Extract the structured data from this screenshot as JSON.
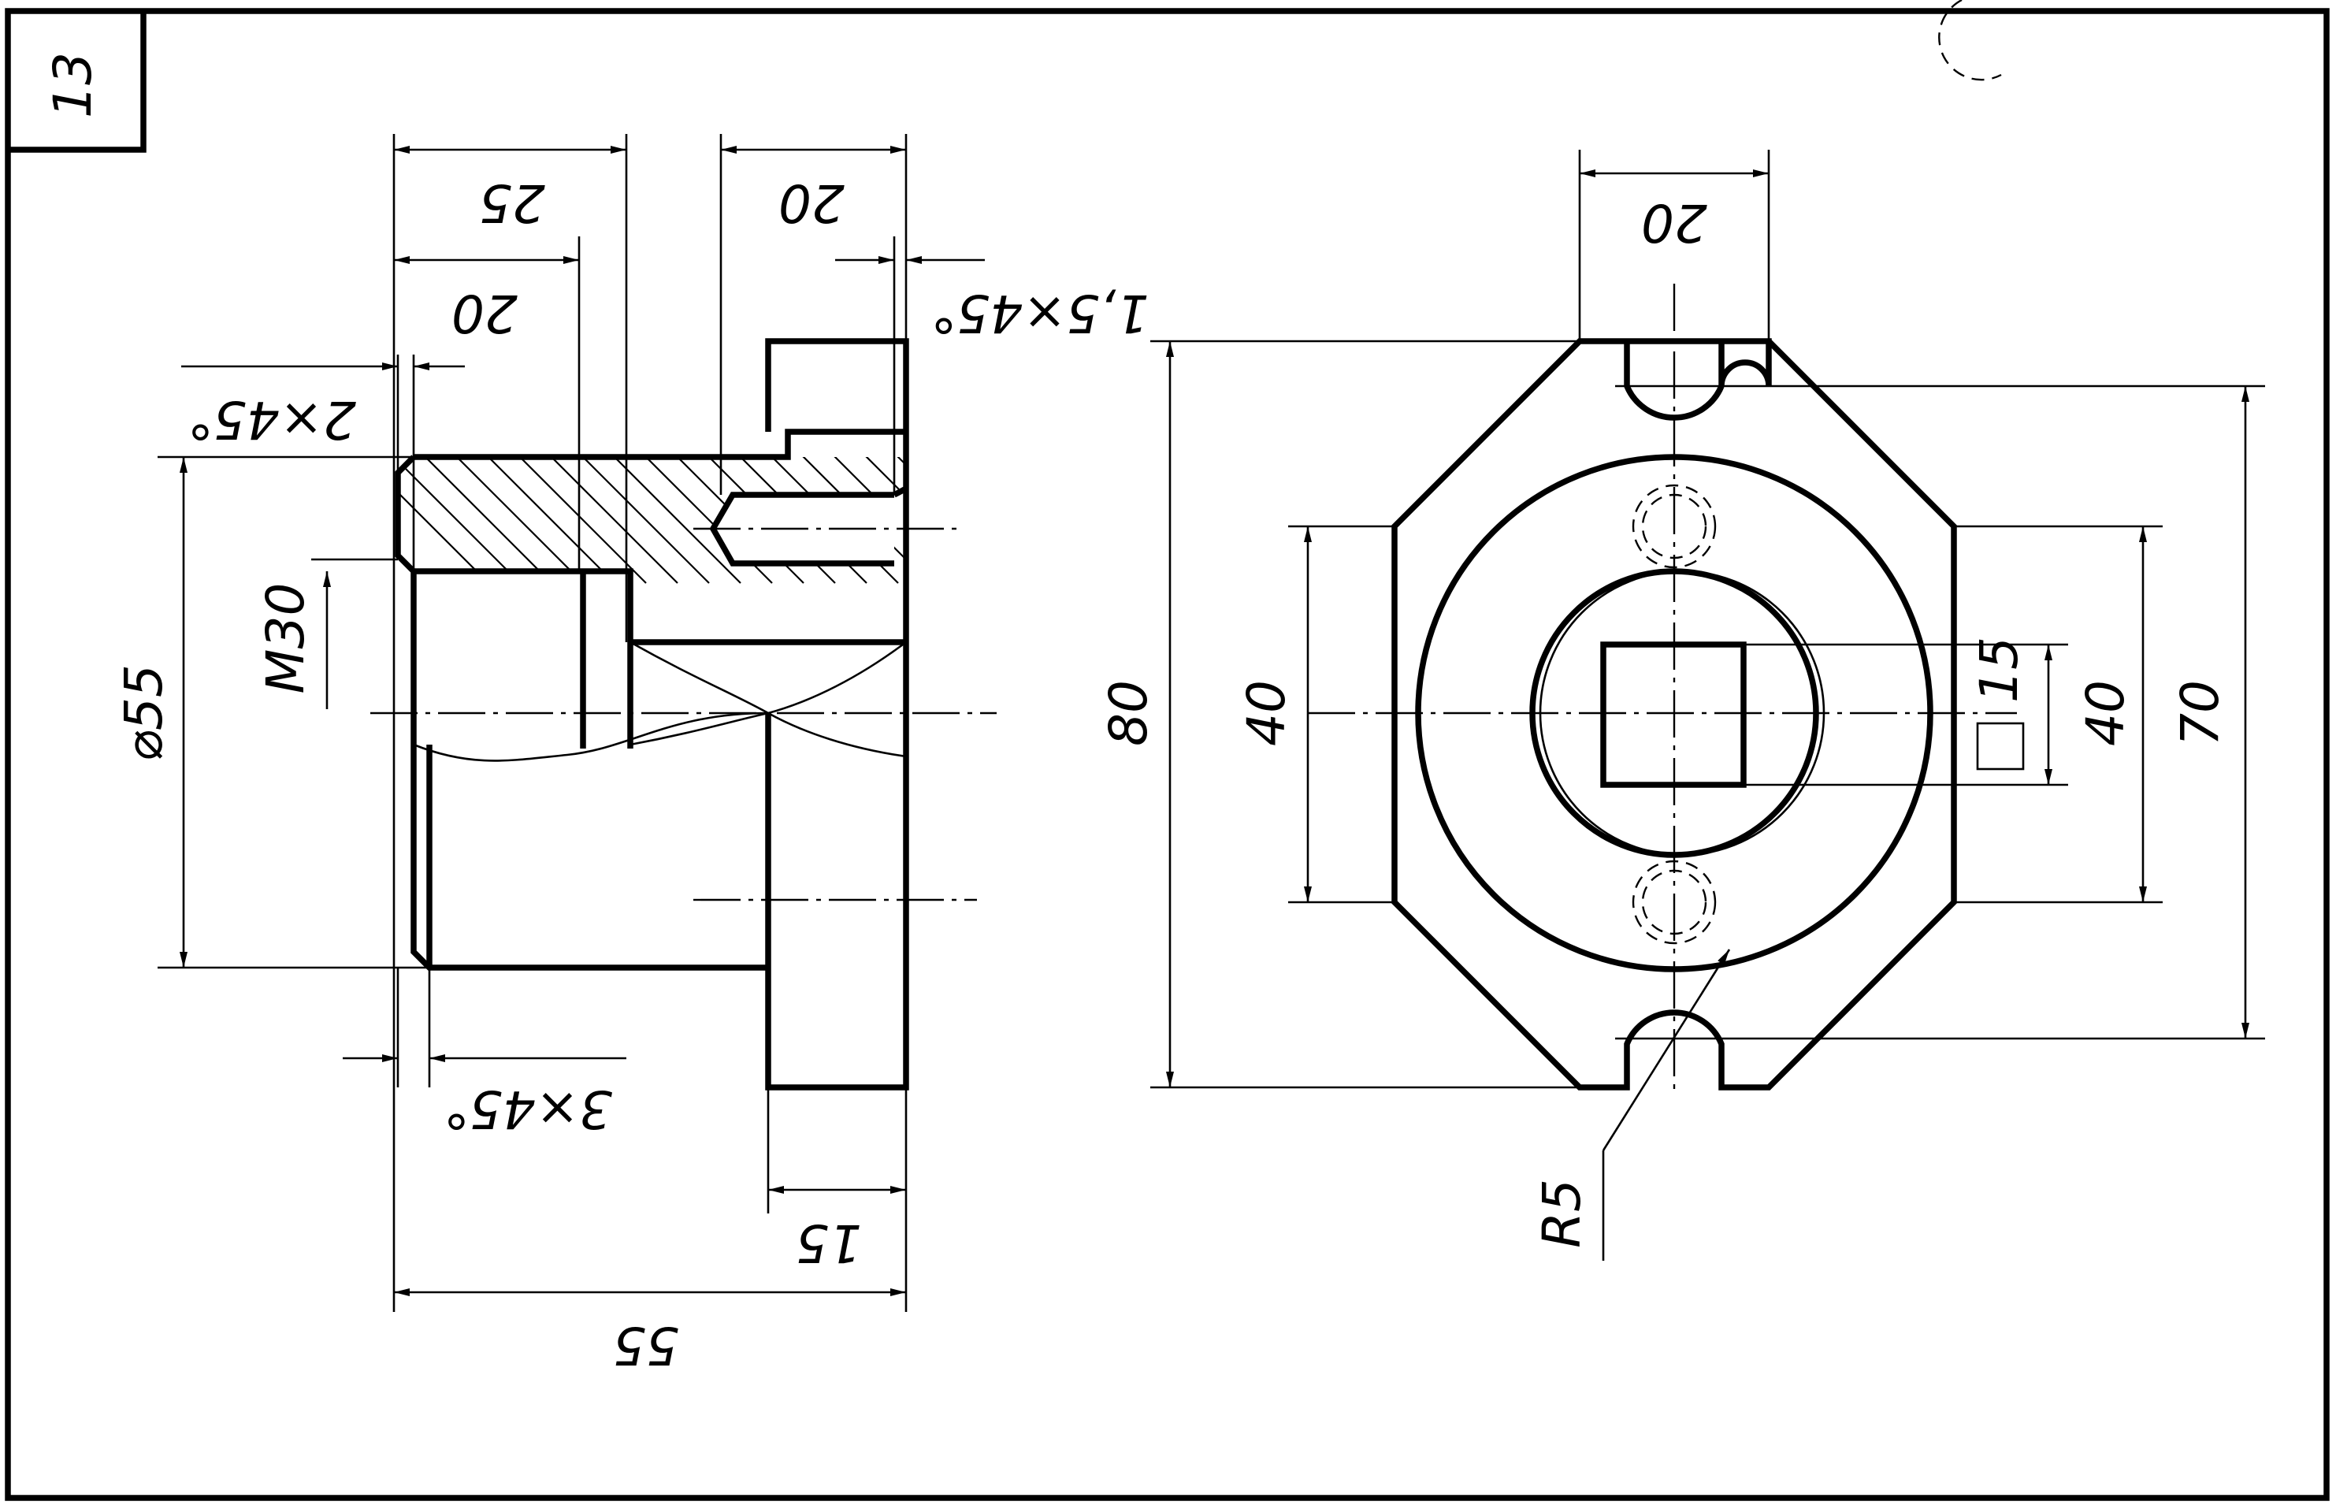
{
  "title_block": {
    "sheet_number": "13"
  },
  "front_view": {
    "dimensions": {
      "length_25": "25",
      "length_20_top": "20",
      "length_20_bore": "20",
      "chamfer_1_5": "1,5×45°",
      "chamfer_2": "2×45°",
      "diameter_55": "⌀55",
      "thread": "M30",
      "chamfer_3": "3×45°",
      "flange_15": "15",
      "overall_55": "55"
    }
  },
  "side_view": {
    "dimensions": {
      "slot_20": "20",
      "height_80": "80",
      "bolt_40_left": "40",
      "square_15": "15",
      "bolt_40_right": "40",
      "width_70": "70",
      "radius": "R5"
    }
  },
  "colors": {
    "line": "#000000",
    "paper": "#ffffff"
  }
}
